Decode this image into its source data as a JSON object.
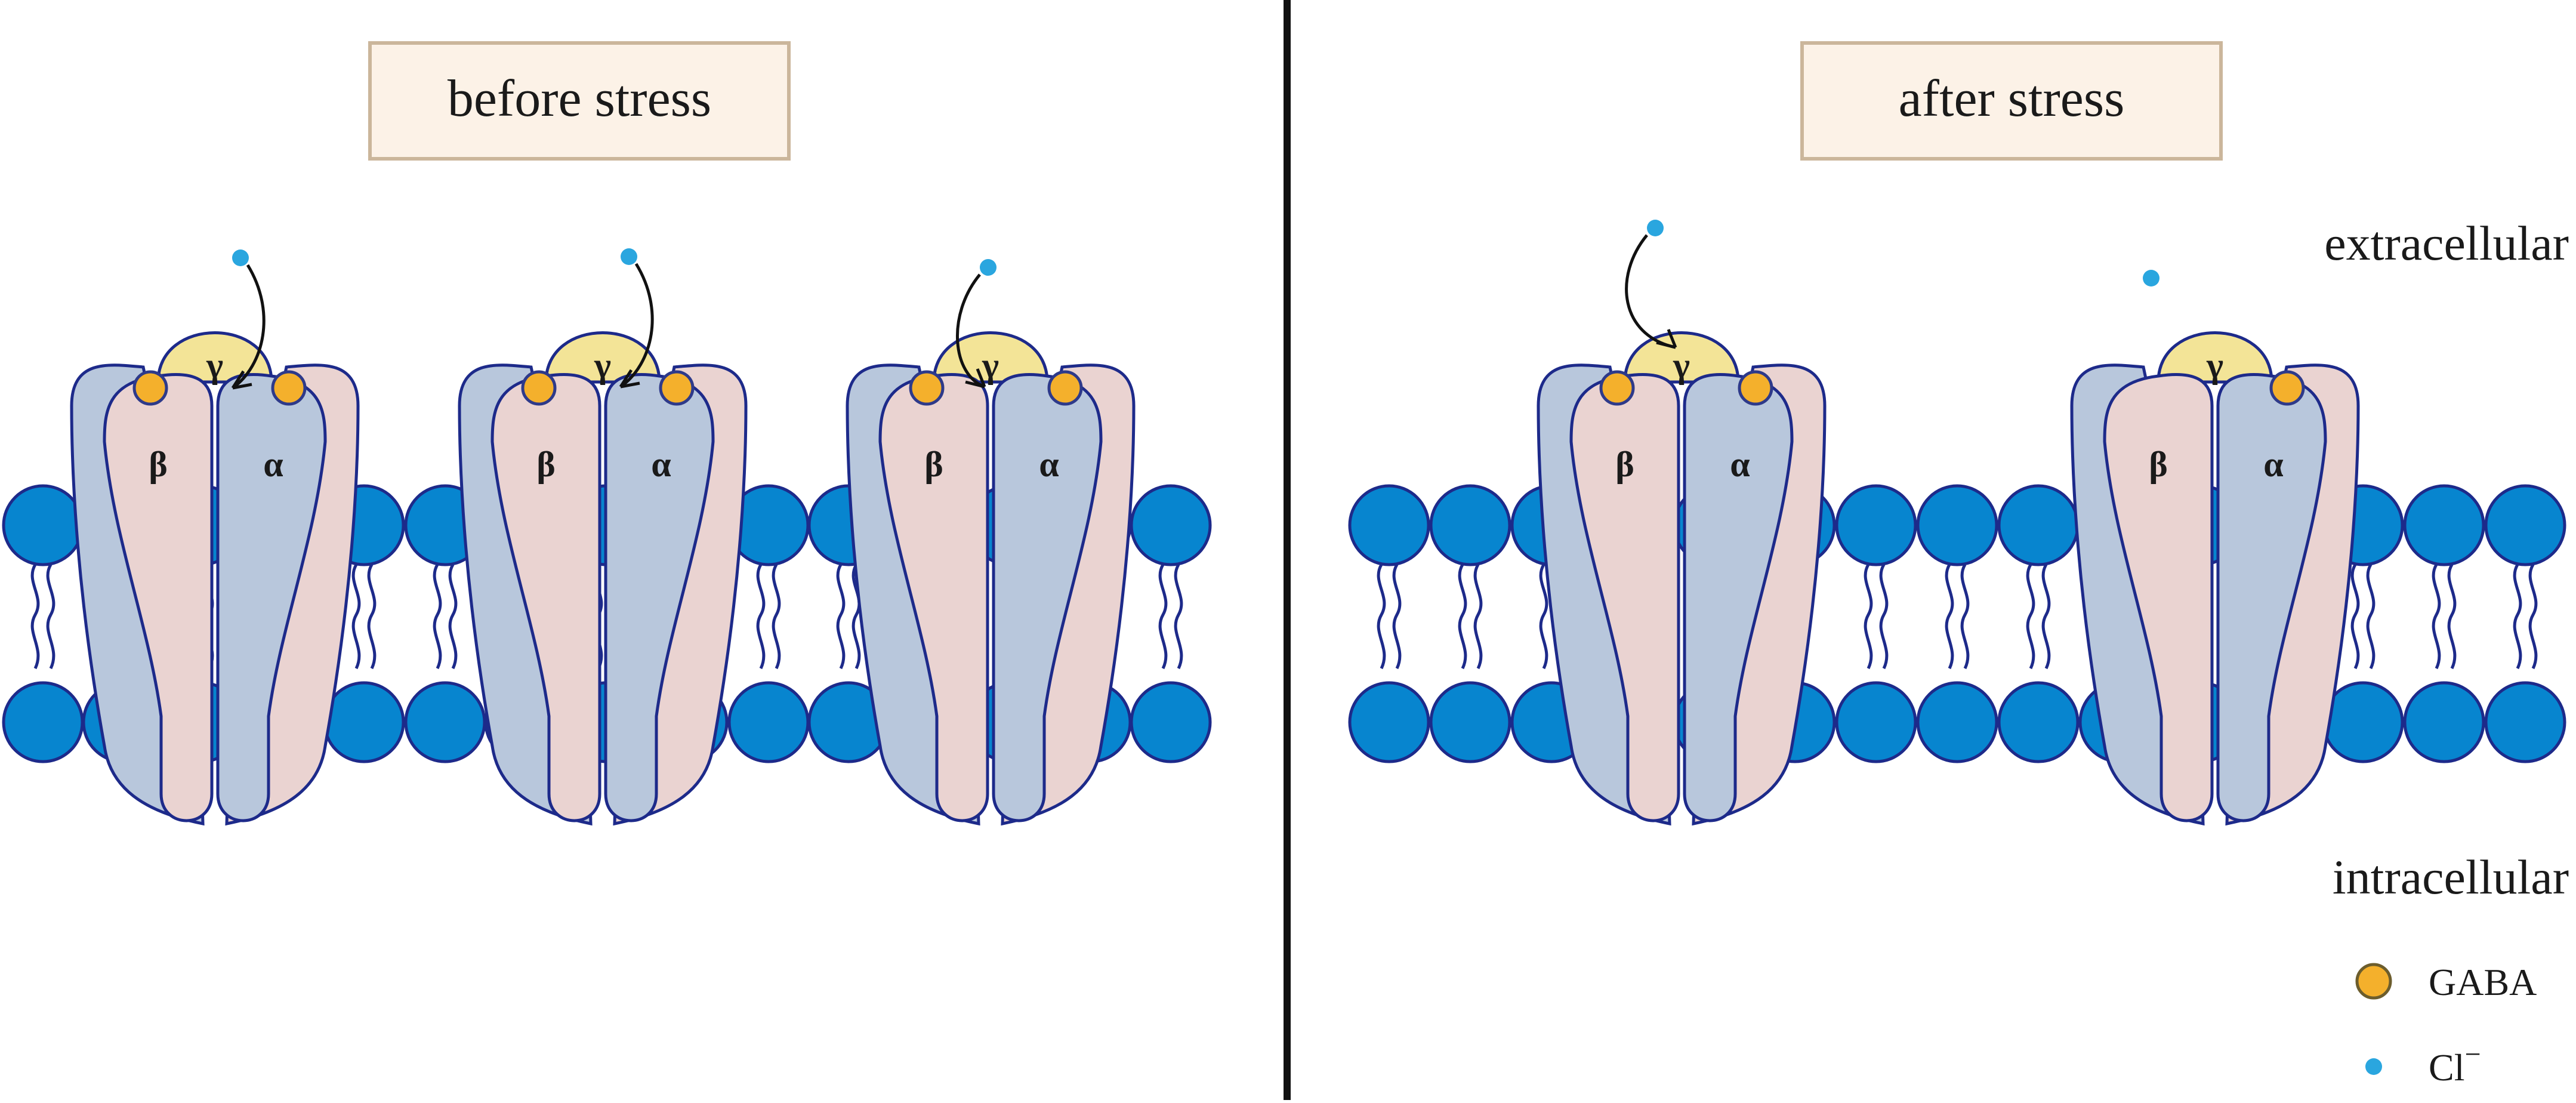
{
  "panels": [
    {
      "title": "before stress",
      "receptor_count": 3,
      "ions": [
        {
          "gaba_bound": 2
        },
        {
          "gaba_bound": 2
        },
        {
          "gaba_bound": 2
        }
      ]
    },
    {
      "title": "after stress",
      "receptor_count": 2,
      "ions": [
        {
          "gaba_bound": 2
        },
        {
          "gaba_bound": 1
        }
      ]
    }
  ],
  "labels": {
    "extracellular": "extracellular",
    "intracellular": "intracellular"
  },
  "subunits": {
    "gamma": "γ",
    "beta": "β",
    "alpha": "α"
  },
  "legend": {
    "gaba": "GABA",
    "cl": "Cl",
    "cl_sup": "−"
  },
  "colors": {
    "lipid_head": "#0785cf",
    "outline": "#1d2a8a",
    "beta_fill": "#ead3d1",
    "alpha_fill": "#b8c7dc",
    "gamma_fill": "#f3e497",
    "gaba": "#f4b02c",
    "chloride": "#2aa6df",
    "title_box": "#fcf2e7",
    "title_border": "#cbb69b"
  }
}
